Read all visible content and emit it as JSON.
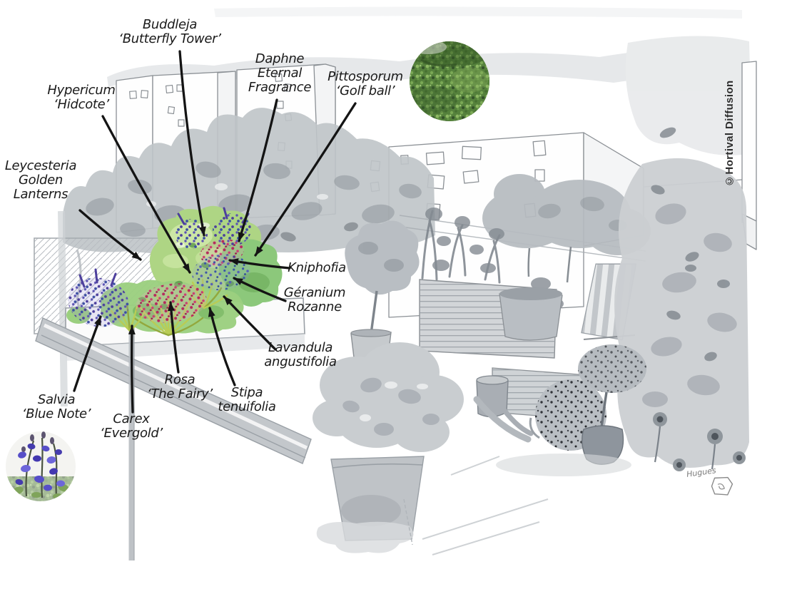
{
  "credit": "©Hortival Diffusion",
  "signature": "Hugues",
  "labels": {
    "buddleja": "Buddleja\n‘Butterfly Tower’",
    "daphne": "Daphne\nEternal\nFragrance",
    "pittosporum": "Pittosporum\n‘Golf ball’",
    "hypericum": "Hypericum\n‘Hidcote’",
    "leycesteria": "Leycesteria\nGolden\nLanterns",
    "kniphofia": "Kniphofia",
    "geranium": "Géranium\nRozanne",
    "lavandula": "Lavandula\nangustifolia",
    "stipa": "Stipa\ntenuifolia",
    "rosa": "Rosa\n‘The Fairy’",
    "carex": "Carex\n‘Evergold’",
    "salvia": "Salvia\n‘Blue Note’"
  },
  "images": {
    "top_circle": "green-shrub-photo",
    "bottom_circle": "blue-salvia-photo"
  },
  "colors": {
    "ink": "#141414",
    "wash_gray": "#bfc4c8",
    "wash_gray_dark": "#8f969c",
    "bed_green_light": "#cfe8a8",
    "bed_green": "#aed584",
    "bed_green_dark": "#6fae5e",
    "rose_magenta": "#b52a5e",
    "flower_purple": "#4d3f9d",
    "flower_blue": "#3b55a8",
    "carex_yellow_green": "#b9cc55",
    "photo_green": "#4e7a38"
  }
}
